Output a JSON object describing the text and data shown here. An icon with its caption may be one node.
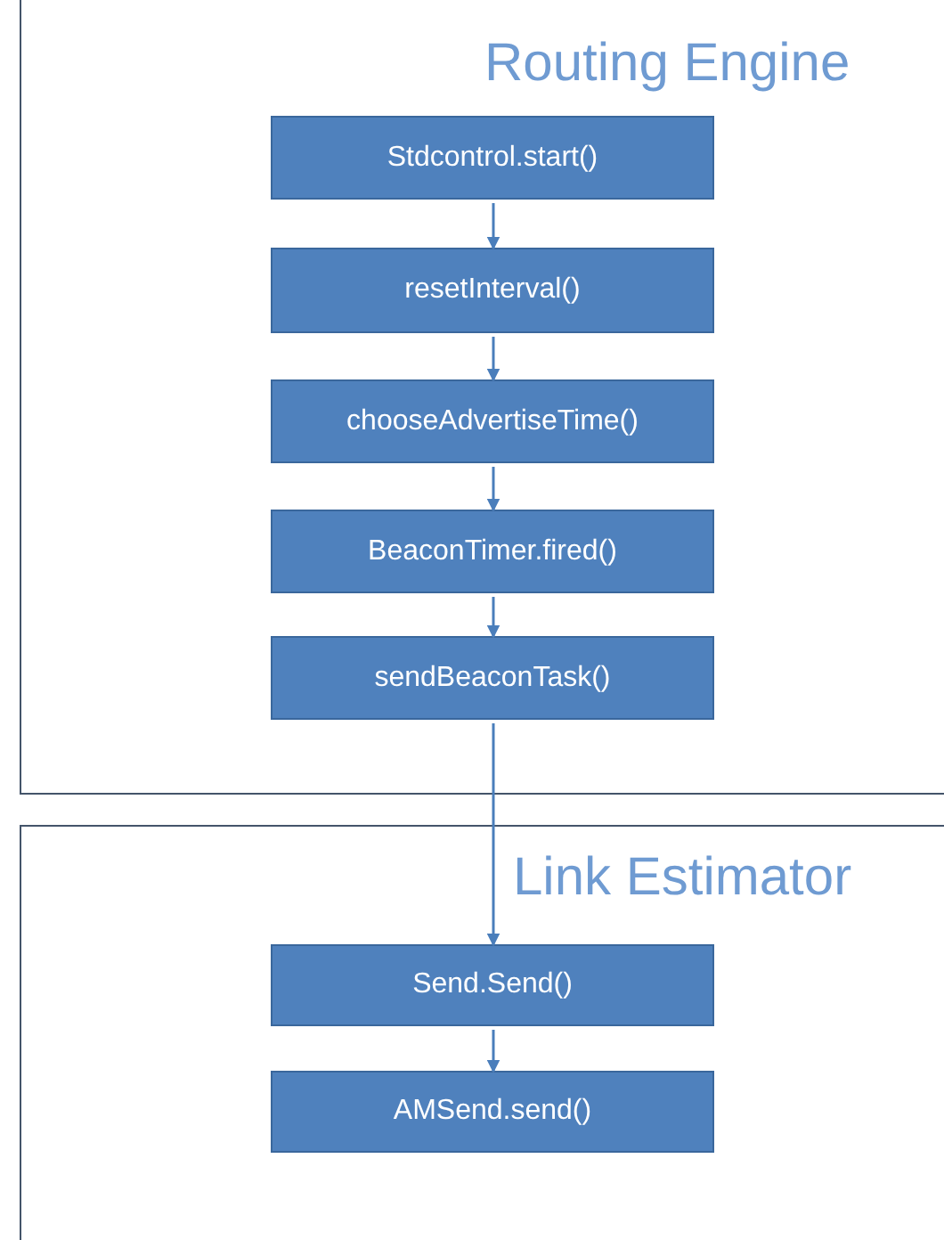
{
  "diagram": {
    "nodes": [
      {
        "text": [
          "Routing Engine"
        ]
      },
      {
        "text": [
          "Stdcontrol.start()"
        ],
        "in": 0
      },
      {
        "text": [
          "resetInterval()"
        ],
        "in": 0
      },
      {
        "text": [
          "chooseAdvertiseTime()"
        ],
        "in": 0
      },
      {
        "text": [
          "BeaconTimer.fired()"
        ],
        "in": 0
      },
      {
        "text": [
          "sendBeaconTask()"
        ],
        "in": 0
      },
      {
        "text": [
          "Link Estimator"
        ]
      },
      {
        "text": [
          "Send.Send()"
        ],
        "in": 6
      },
      {
        "text": [
          "AMSend.send()"
        ],
        "in": 6
      }
    ],
    "edges": [
      {
        "from": 1,
        "to": 2,
        "arrow": "to"
      },
      {
        "from": 2,
        "to": 3,
        "arrow": "to"
      },
      {
        "from": 3,
        "to": 4,
        "arrow": "to"
      },
      {
        "from": 4,
        "to": 5,
        "arrow": "to"
      },
      {
        "from": 5,
        "to": 7,
        "arrow": "to"
      },
      {
        "from": 7,
        "to": 8,
        "arrow": "to"
      }
    ]
  }
}
